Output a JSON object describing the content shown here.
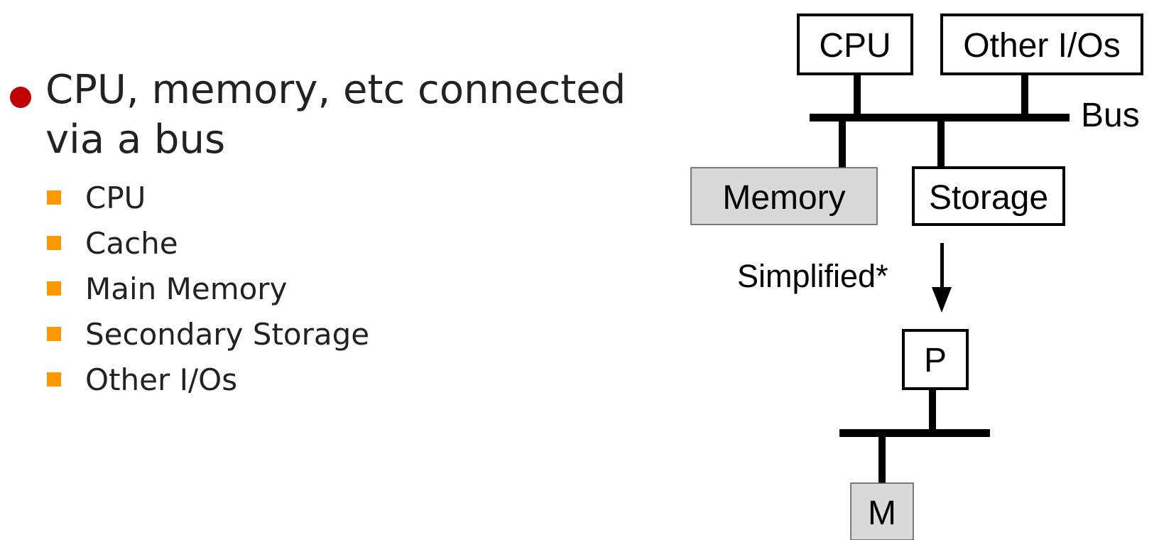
{
  "main_bullet": {
    "line1": "CPU, memory, etc connected",
    "line2": "via a bus"
  },
  "sub_bullets": [
    "CPU",
    "Cache",
    "Main Memory",
    "Secondary Storage",
    "Other I/Os"
  ],
  "diagram": {
    "full": {
      "cpu": "CPU",
      "other_ios": "Other I/Os",
      "bus": "Bus",
      "memory": "Memory",
      "storage": "Storage"
    },
    "arrow_label": "Simplified*",
    "simplified": {
      "processor": "P",
      "memory": "M"
    }
  },
  "colors": {
    "main_bullet": "#c00000",
    "sub_bullet": "#ff9900",
    "memory_fill": "#d9d9d9",
    "line": "#000000"
  }
}
